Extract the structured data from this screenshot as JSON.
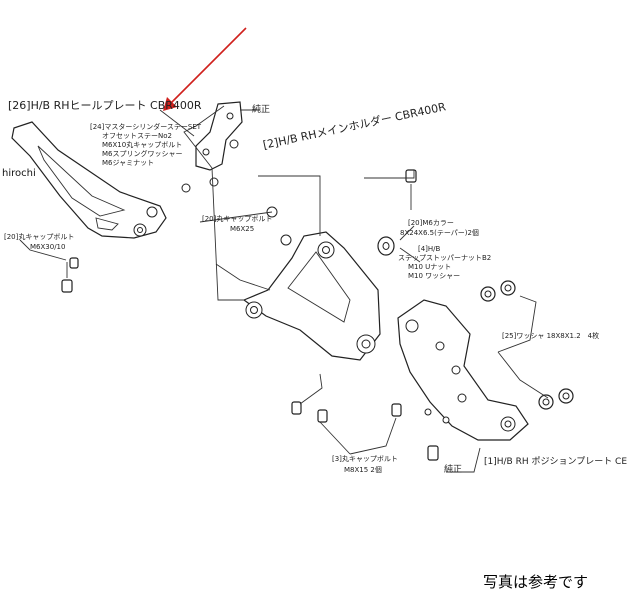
{
  "watermark": "hirochi",
  "footer_note": "写真は参考です",
  "accent_color": "#d0201c",
  "labels": {
    "heel_plate": "[26]H/B RHヒールプレート CBR400R",
    "master_set_title": "[24]マスターシリンダーステーSET",
    "master_set_line1": "オフセットステーNo2",
    "master_set_line2": "M6X10丸キャップボルト",
    "master_set_line3": "M6スプリングワッシャー",
    "master_set_line4": "M6ジャミナット",
    "genuine_top": "純正",
    "main_holder": "[2]H/B RHメインホルダー CBR400R",
    "cap_bolt_20a_title": "[20]丸キャップボルト",
    "cap_bolt_20a_size": "M6X25",
    "cap_bolt_20b_title": "[20]丸キャップボルト",
    "cap_bolt_20b_size": "M6X30/10",
    "washer_20": "[20]M6カラー",
    "washer_20_size": "8X24X6.5(テーパー)2個",
    "stopper_4_title": "[4]H/B",
    "stopper_4_line1": "ステップストッパーナットB2",
    "stopper_4_line2": "M10 Uナット",
    "stopper_4_line3": "M10 ワッシャー",
    "washer_25": "[25]ワッシャ 18X8X1.2　4枚",
    "cap_bolt_3_title": "[3]丸キャップボルト",
    "cap_bolt_3_size": "M8X15 2個",
    "genuine_bottom": "純正",
    "position_plate": "[1]H/B RH ポジションプレート CE"
  }
}
